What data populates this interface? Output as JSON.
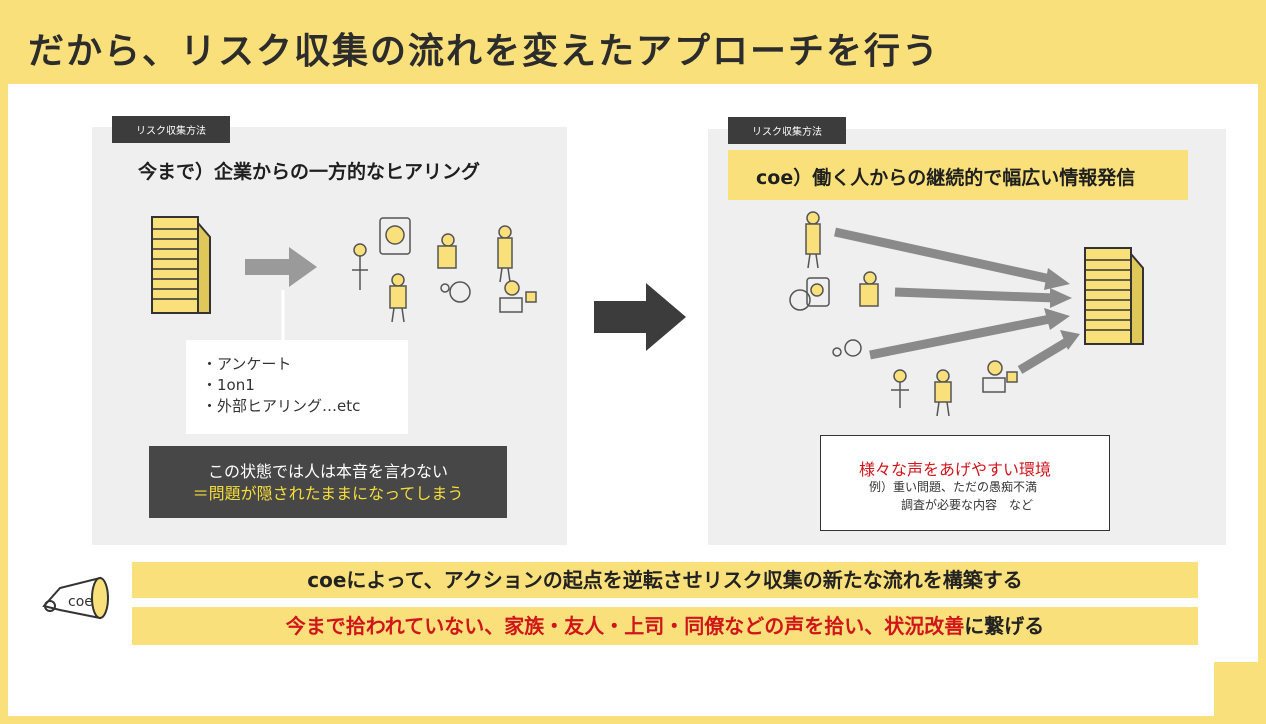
{
  "title": "だから、リスク収集の流れを変えたアプローチを行う",
  "left_panel": {
    "tag": "リスク収集方法",
    "heading": "今まで）企業からの一方的なヒアリング",
    "list": [
      "・アンケート",
      "・1on1",
      "・外部ヒアリング…etc"
    ],
    "warning_line1": "この状態では人は本音を言わない",
    "warning_line2": "＝問題が隠されたままになってしまう"
  },
  "right_panel": {
    "tag": "リスク収集方法",
    "heading": "coe）働く人からの継続的で幅広い情報発信",
    "box_title": "様々な声をあげやすい環境",
    "box_line1": "例）重い問題、ただの愚痴不満",
    "box_line2": "調査が必要な内容　など"
  },
  "banner1": "coeによって、アクションの起点を逆転させリスク収集の新たな流れを構築する",
  "banner2": {
    "red_part1": "今まで拾われていない、家族・友人・上司・同僚などの声を拾い、",
    "red_part2": "状況改善",
    "black_part": "に繋げる"
  },
  "logo_text": "coe",
  "colors": {
    "accent": "#f9e07a",
    "dark": "#474747",
    "red": "#d0161b",
    "panel": "#efefef"
  }
}
